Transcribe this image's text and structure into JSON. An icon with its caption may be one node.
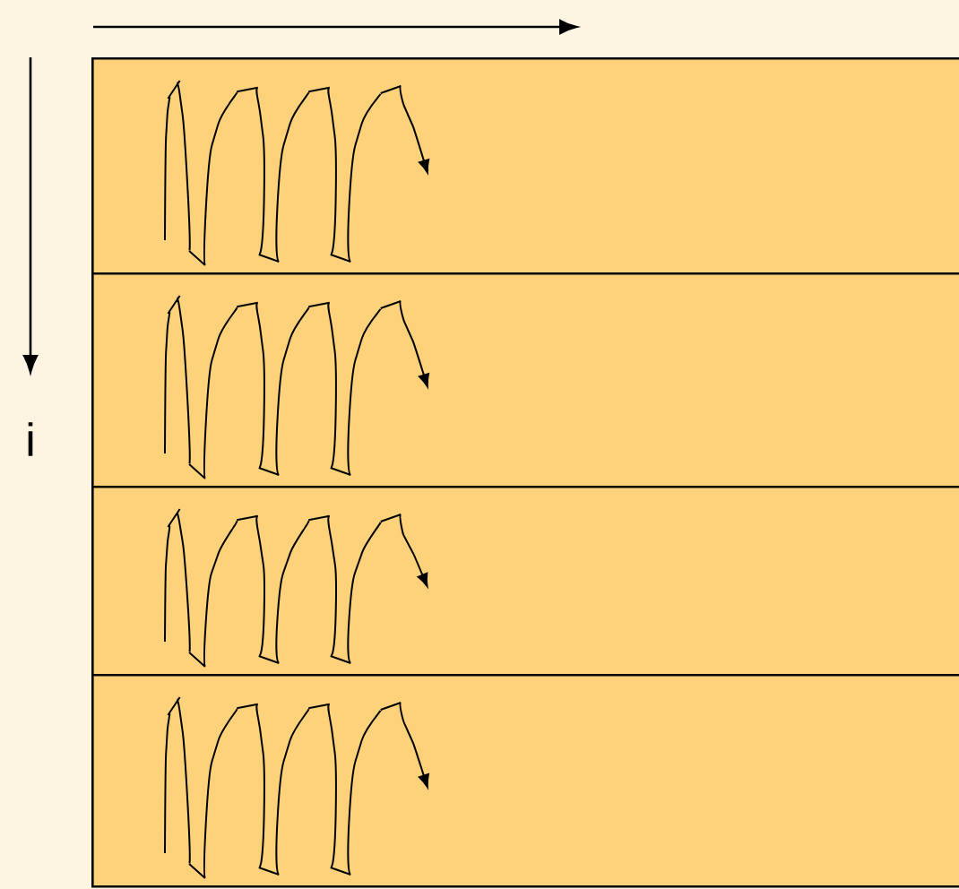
{
  "diagram": {
    "nodes": [
      {
        "text": [],
        "shape": "box"
      },
      {
        "text": [],
        "shape": "box"
      },
      {
        "text": [],
        "shape": "box"
      },
      {
        "text": [],
        "shape": "box"
      }
    ],
    "labels": [
      "i"
    ]
  }
}
